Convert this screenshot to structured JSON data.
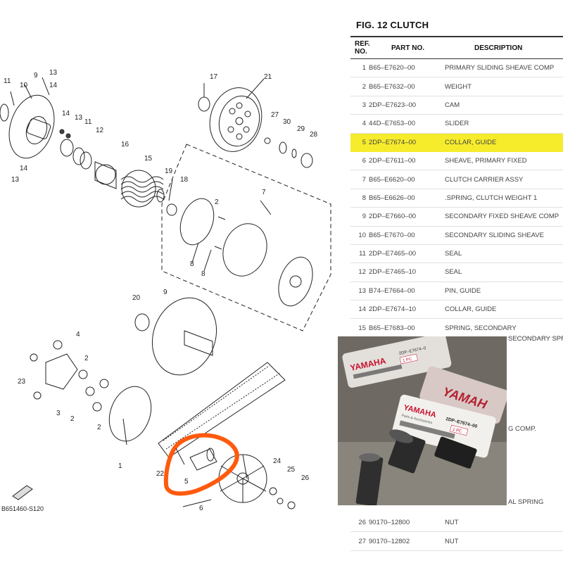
{
  "diagram": {
    "drawing_code": "B651460-S120",
    "highlighted_ref": "5",
    "callouts": [
      "11",
      "10",
      "9",
      "13",
      "14",
      "14",
      "13",
      "11",
      "12",
      "16",
      "15",
      "14",
      "13",
      "17",
      "21",
      "27",
      "30",
      "29",
      "28",
      "19",
      "18",
      "7",
      "8",
      "8",
      "2",
      "20",
      "9",
      "4",
      "23",
      "3",
      "2",
      "1",
      "2",
      "2",
      "22",
      "5",
      "6",
      "24",
      "25",
      "26"
    ]
  },
  "table": {
    "title": "FIG. 12 CLUTCH",
    "headers": {
      "ref": "REF. NO.",
      "part": "PART NO.",
      "desc": "DESCRIPTION"
    },
    "rows": [
      {
        "ref": "1",
        "part": "B65–E7620–00",
        "desc": "PRIMARY SLIDING SHEAVE COMP"
      },
      {
        "ref": "2",
        "part": "B65–E7632–00",
        "desc": "WEIGHT"
      },
      {
        "ref": "3",
        "part": "2DP–E7623–00",
        "desc": "CAM"
      },
      {
        "ref": "4",
        "part": "44D–E7653–00",
        "desc": "SLIDER"
      },
      {
        "ref": "5",
        "part": "2DP–E7674–00",
        "desc": "COLLAR, GUIDE",
        "highlight": true
      },
      {
        "ref": "6",
        "part": "2DP–E7611–00",
        "desc": "SHEAVE, PRIMARY FIXED"
      },
      {
        "ref": "7",
        "part": "B65–E6620–00",
        "desc": "CLUTCH CARRIER ASSY"
      },
      {
        "ref": "8",
        "part": "B65–E6626–00",
        "desc": ".SPRING, CLUTCH WEIGHT 1"
      },
      {
        "ref": "9",
        "part": "2DP–E7660–00",
        "desc": "SECONDARY FIXED SHEAVE COMP"
      },
      {
        "ref": "10",
        "part": "B65–E7670–00",
        "desc": "SECONDARY SLIDING SHEAVE"
      },
      {
        "ref": "11",
        "part": "2DP–E7465–00",
        "desc": "SEAL"
      },
      {
        "ref": "12",
        "part": "2DP–E7465–10",
        "desc": "SEAL"
      },
      {
        "ref": "13",
        "part": "B74–E7664–00",
        "desc": "PIN, GUIDE"
      },
      {
        "ref": "14",
        "part": "2DP–E7674–10",
        "desc": "COLLAR, GUIDE"
      },
      {
        "ref": "15",
        "part": "B65–E7683–00",
        "desc": "SPRING, SECONDARY"
      }
    ],
    "partial_rows": [
      {
        "desc": "SECONDARY SPRING"
      },
      {
        "desc": "G COMP."
      },
      {
        "desc": "AL SPRING"
      }
    ],
    "tail_rows": [
      {
        "ref": "26",
        "part": "90170–12800",
        "desc": "NUT"
      },
      {
        "ref": "27",
        "part": "90170–12802",
        "desc": "NUT"
      }
    ]
  },
  "photo": {
    "brand": "YAMAHA",
    "brand_script": "YAMAH",
    "label_part_number": "2DP–E7674–00",
    "label_qty": "1 PC",
    "label_subtext": "Parts & Accessories",
    "label_code": "2DP–E7674–0"
  },
  "colors": {
    "highlight": "#f6ec2c",
    "callout_ring": "#ff5a0e",
    "yamaha_red": "#c8102e"
  }
}
